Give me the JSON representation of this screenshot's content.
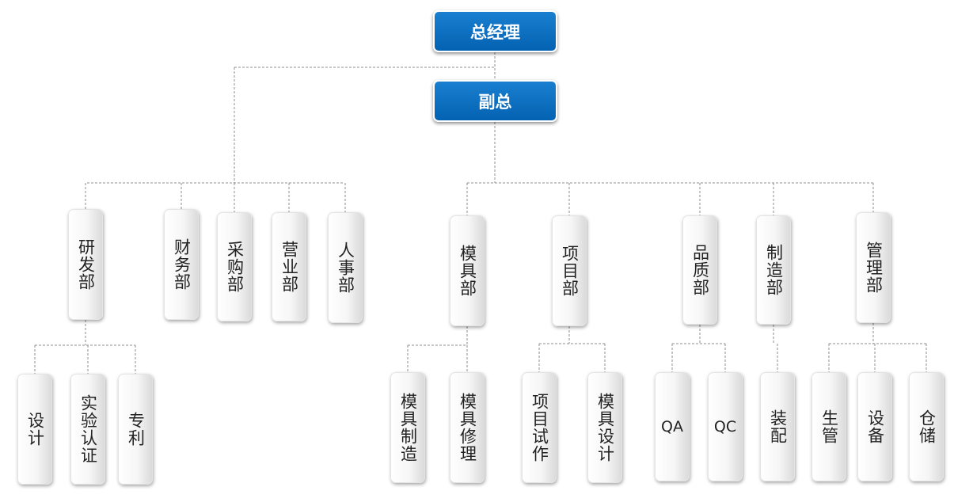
{
  "top": [
    {
      "key": "gm",
      "label": "总经理"
    },
    {
      "key": "vp",
      "label": "副总"
    }
  ],
  "departments": [
    {
      "key": "rd",
      "label": "研发部"
    },
    {
      "key": "finance",
      "label": "财务部"
    },
    {
      "key": "purchasing",
      "label": "采购部"
    },
    {
      "key": "sales",
      "label": "营业部"
    },
    {
      "key": "hr",
      "label": "人事部"
    },
    {
      "key": "mold",
      "label": "模具部"
    },
    {
      "key": "project",
      "label": "项目部"
    },
    {
      "key": "quality",
      "label": "品质部"
    },
    {
      "key": "manufacturing",
      "label": "制造部"
    },
    {
      "key": "admin",
      "label": "管理部"
    }
  ],
  "subunits": [
    {
      "key": "design",
      "label": "设计",
      "parent": "rd"
    },
    {
      "key": "test-cert",
      "label": "实验认证",
      "parent": "rd"
    },
    {
      "key": "patent",
      "label": "专利",
      "parent": "rd"
    },
    {
      "key": "mold-making",
      "label": "模具制造",
      "parent": "mold"
    },
    {
      "key": "mold-repair",
      "label": "模具修理",
      "parent": "mold"
    },
    {
      "key": "project-trial",
      "label": "项目试作",
      "parent": "project"
    },
    {
      "key": "mold-design",
      "label": "模具设计",
      "parent": "project"
    },
    {
      "key": "qa",
      "label": "QA",
      "parent": "quality"
    },
    {
      "key": "qc",
      "label": "QC",
      "parent": "quality"
    },
    {
      "key": "assembly",
      "label": "装配",
      "parent": "manufacturing"
    },
    {
      "key": "production-control",
      "label": "生管",
      "parent": "admin"
    },
    {
      "key": "equipment",
      "label": "设备",
      "parent": "admin"
    },
    {
      "key": "warehouse",
      "label": "仓储",
      "parent": "admin"
    }
  ]
}
